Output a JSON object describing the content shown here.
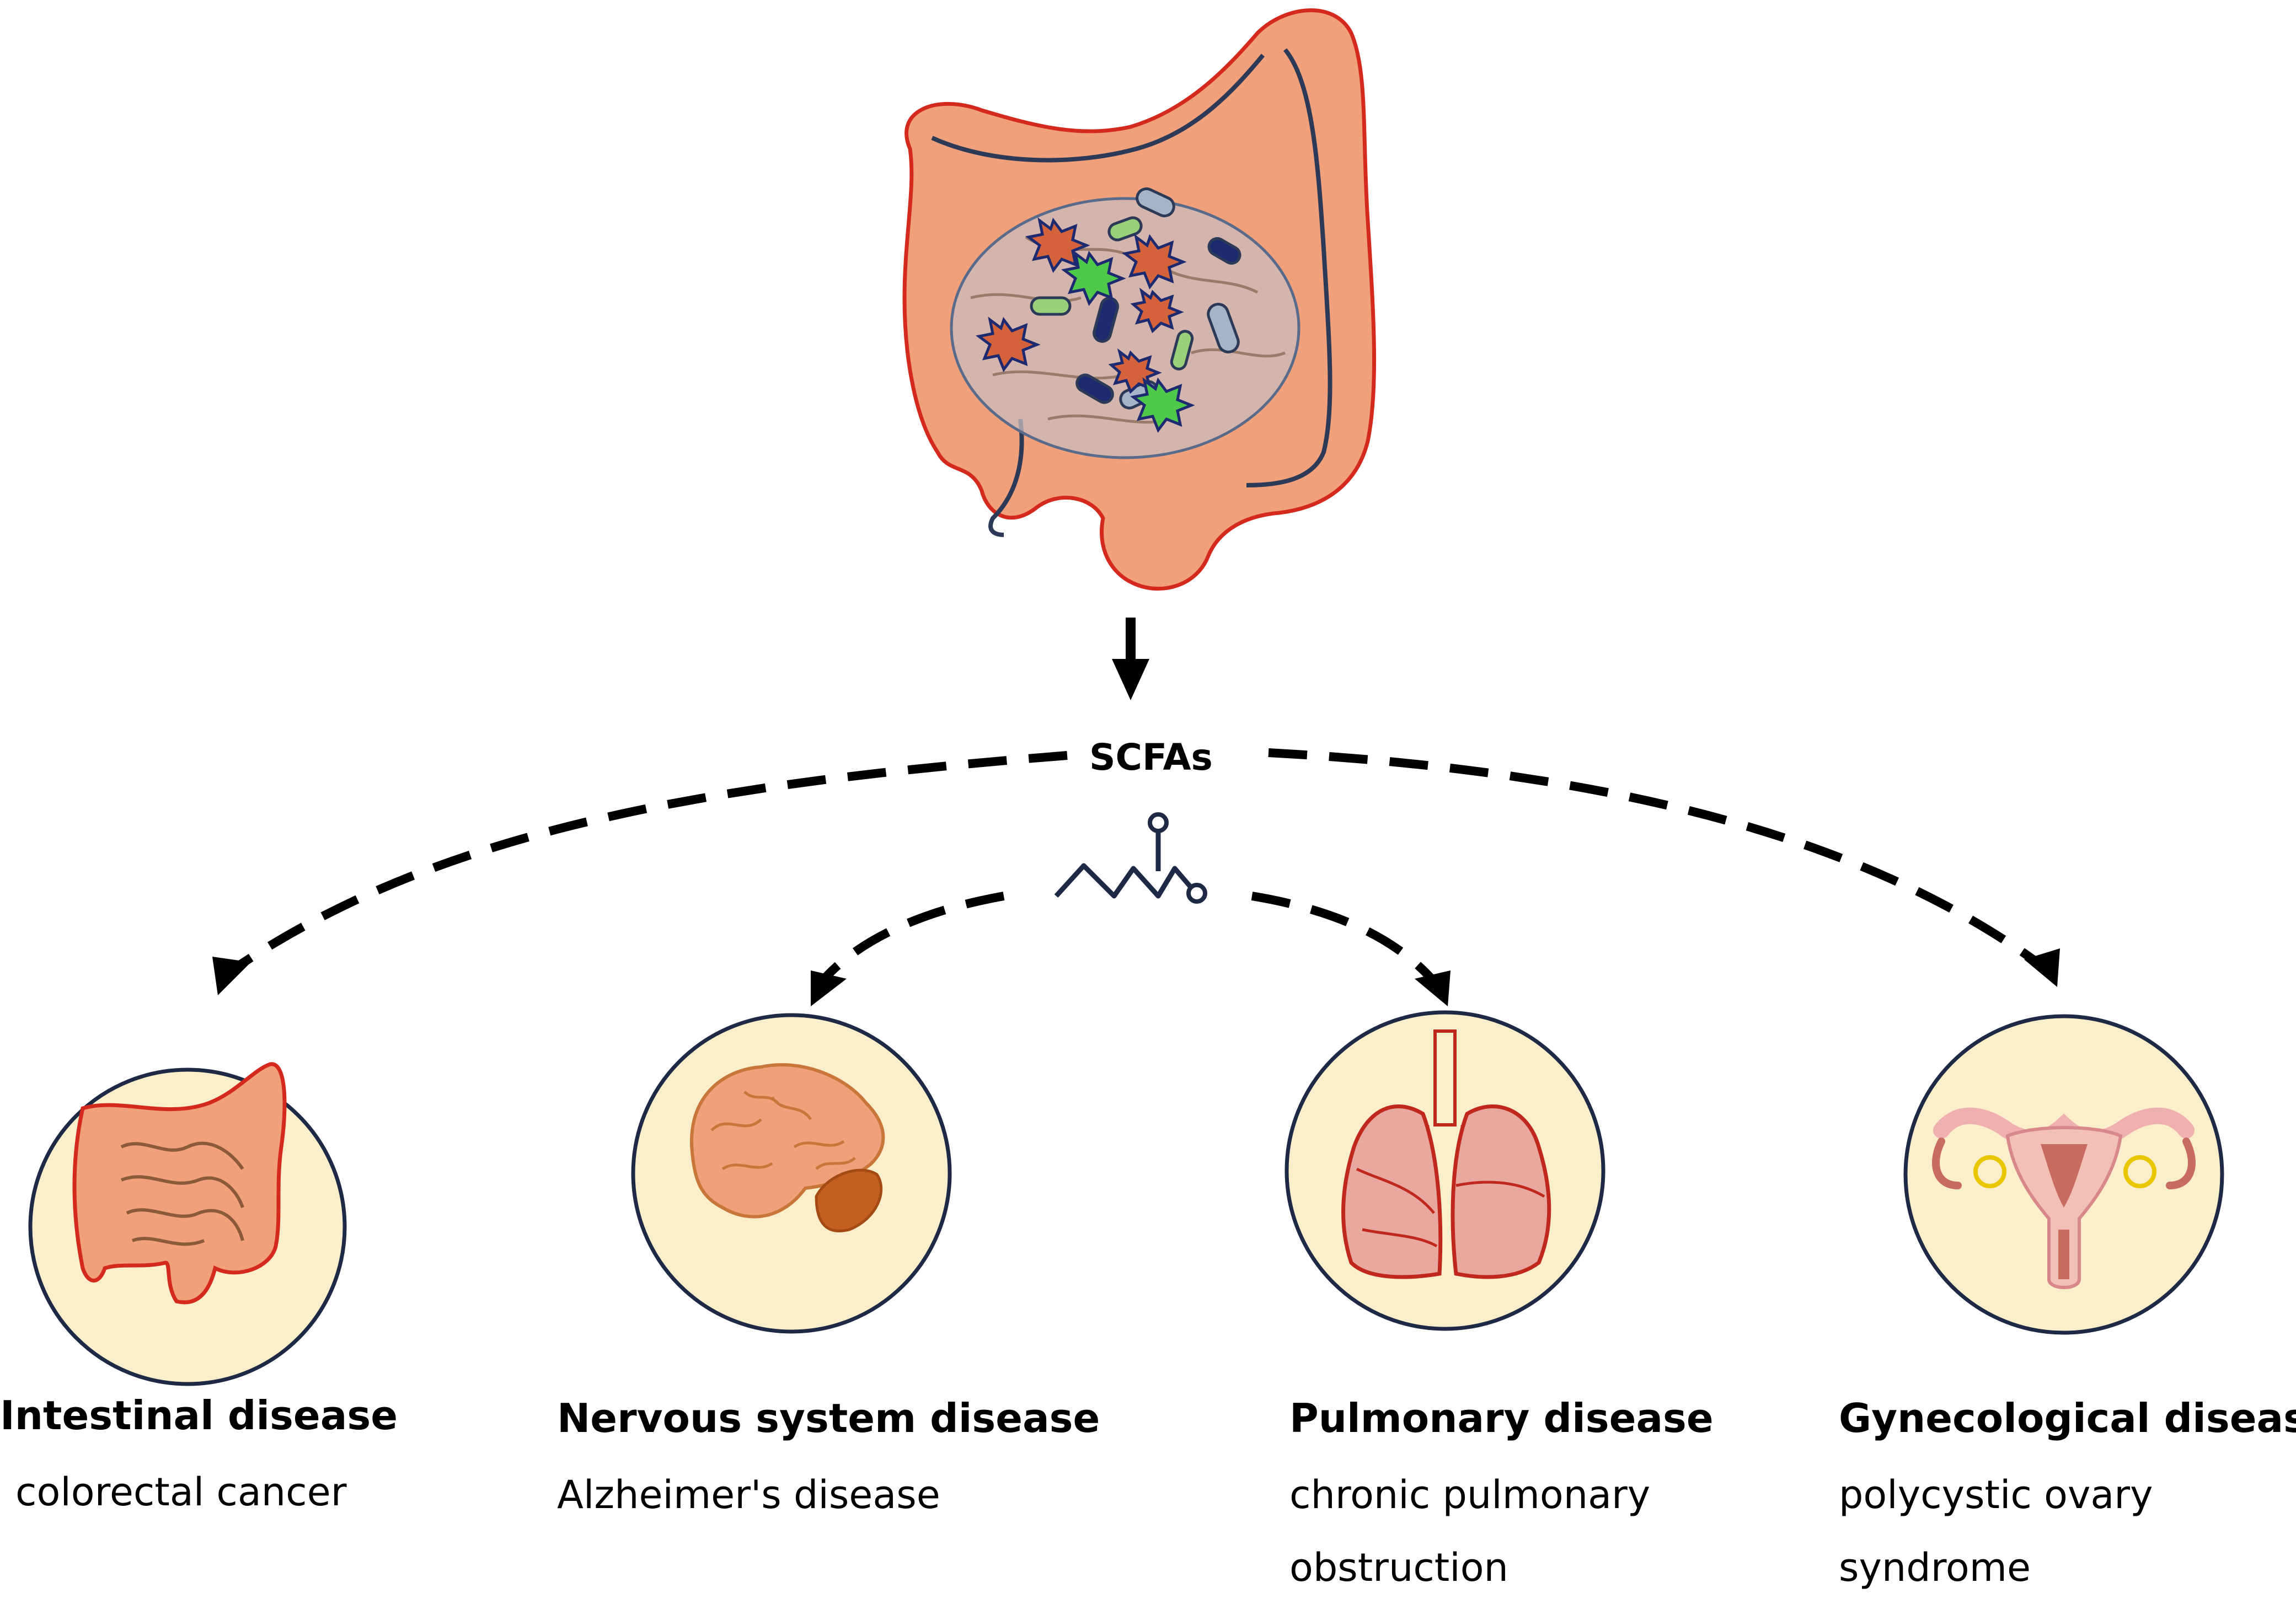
{
  "center_label": "SCFAs",
  "colors": {
    "colon_fill": "#f0a07a",
    "colon_stroke": "#d42a1e",
    "circle_fill": "#fbeecb",
    "circle_stroke": "#1e2a45",
    "arrow": "#000000",
    "molecule": "#1e2a45"
  },
  "icons": {
    "hero": "colon-with-microbiota-icon",
    "molecule": "scfa-molecule-icon",
    "disease_1": "intestine-icon",
    "disease_2": "brain-icon",
    "disease_3": "lungs-icon",
    "disease_4": "uterus-icon"
  },
  "diseases": [
    {
      "title": "Intestinal disease",
      "description": "colorectal cancer"
    },
    {
      "title": "Nervous system disease",
      "description": "Alzheimer's disease"
    },
    {
      "title": "Pulmonary disease",
      "description": "chronic pulmonary obstruction"
    },
    {
      "title": "Gynecological disease",
      "description": "polycystic ovary syndrome"
    }
  ]
}
